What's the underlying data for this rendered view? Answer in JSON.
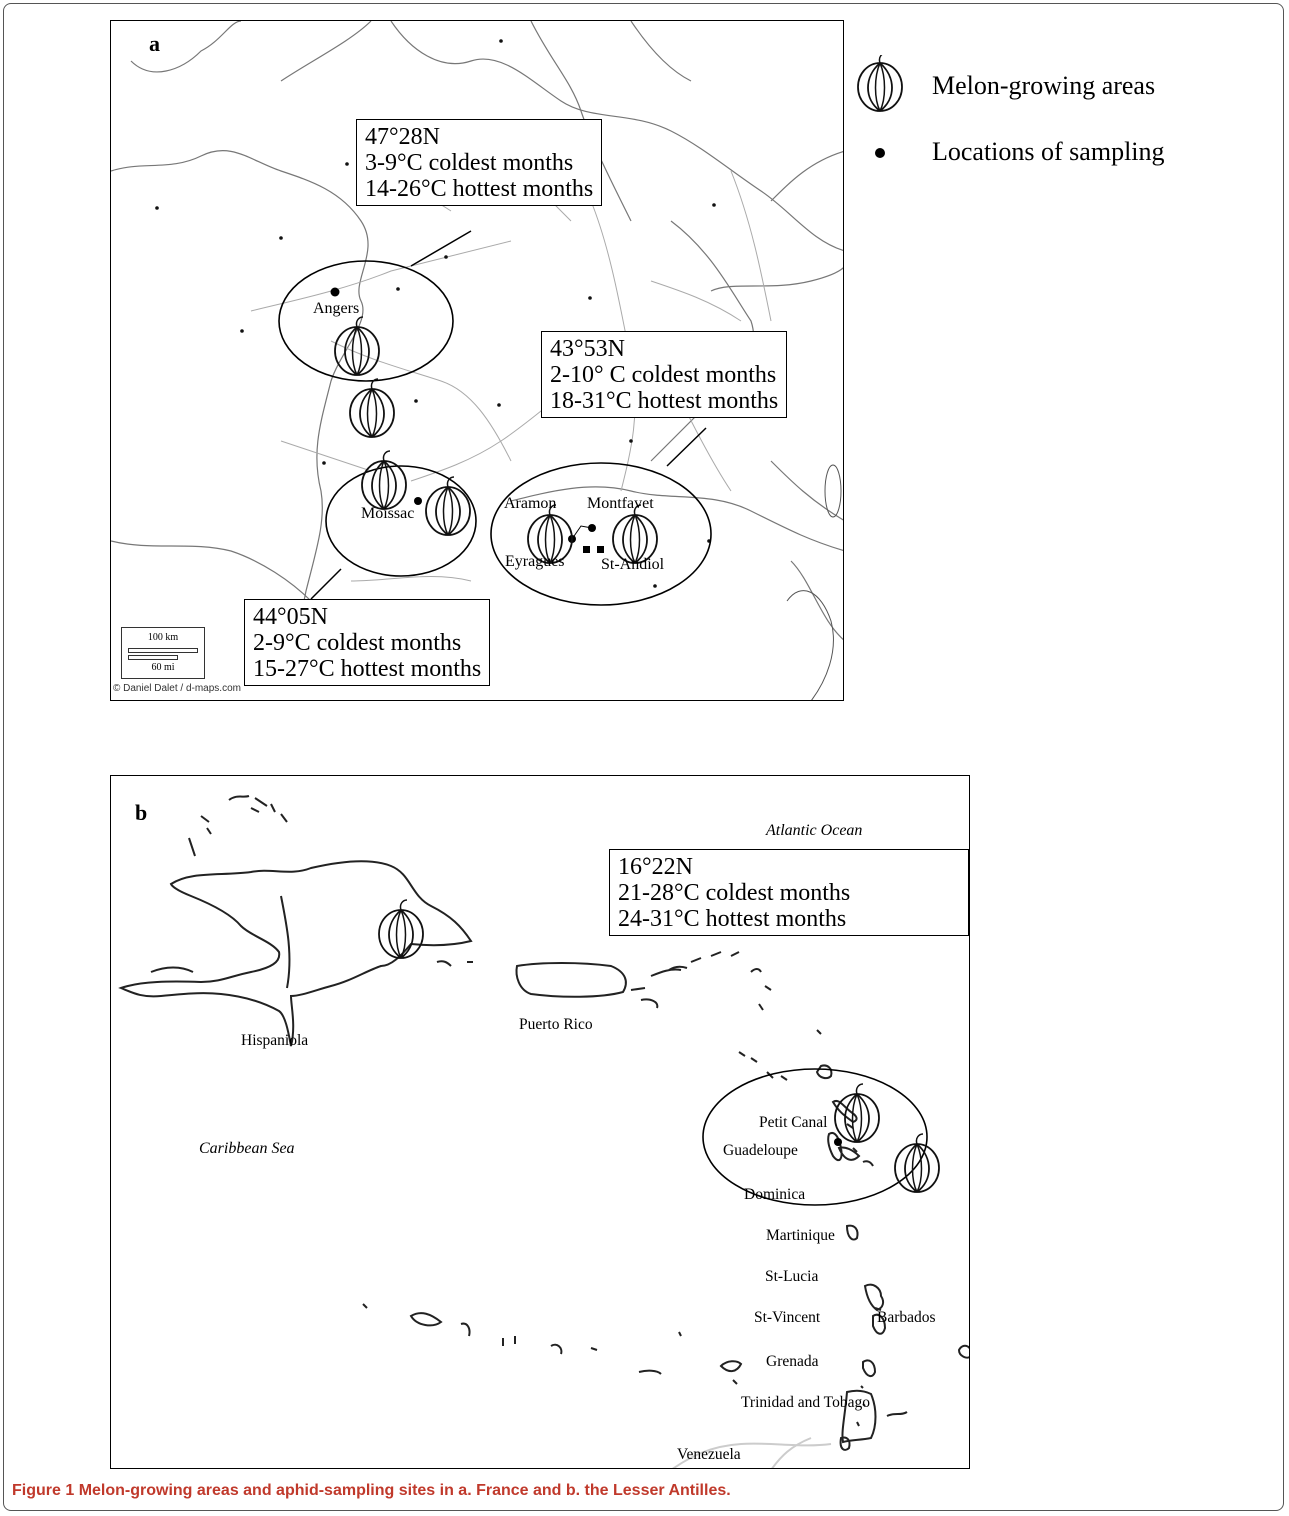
{
  "legend": {
    "melon_label": "Melon-growing areas",
    "sampling_label": "Locations of sampling"
  },
  "panel_a": {
    "letter": "a",
    "places": {
      "angers": "Angers",
      "moissac": "Moissac",
      "aramon": "Aramon",
      "montfavet": "Montfavet",
      "eyragues": "Eyragues",
      "st_andiol": "St-Andiol"
    },
    "boxes": {
      "north": {
        "lat": "47°28N",
        "cold": "3-9°C coldest months",
        "hot": "14-26°C hottest months"
      },
      "southeast": {
        "lat": "43°53N",
        "cold": "2-10° C coldest months",
        "hot": "18-31°C hottest months"
      },
      "southwest": {
        "lat": "44°05N",
        "cold": "2-9°C coldest months",
        "hot": "15-27°C hottest months"
      }
    },
    "scale": {
      "km": "100 km",
      "mi": "60 mi"
    },
    "credit": "© Daniel Dalet / d-maps.com"
  },
  "panel_b": {
    "letter": "b",
    "seas": {
      "atlantic": "Atlantic Ocean",
      "caribbean": "Caribbean Sea"
    },
    "box": {
      "lat": "16°22N",
      "cold": "21-28°C coldest months",
      "hot": "24-31°C hottest months"
    },
    "places": {
      "hispaniola": "Hispaniola",
      "puerto_rico": "Puerto Rico",
      "petit_canal": "Petit Canal",
      "guadeloupe": "Guadeloupe",
      "dominica": "Dominica",
      "martinique": "Martinique",
      "st_lucia": "St-Lucia",
      "st_vincent": "St-Vincent",
      "barbados": "Barbados",
      "grenada": "Grenada",
      "trinidad": "Trinidad and Tobago",
      "venezuela": "Venezuela"
    }
  },
  "caption": {
    "label": "Figure 1",
    "text": "Melon-growing areas and aphid-sampling sites in a. France and b. the Lesser Antilles."
  }
}
